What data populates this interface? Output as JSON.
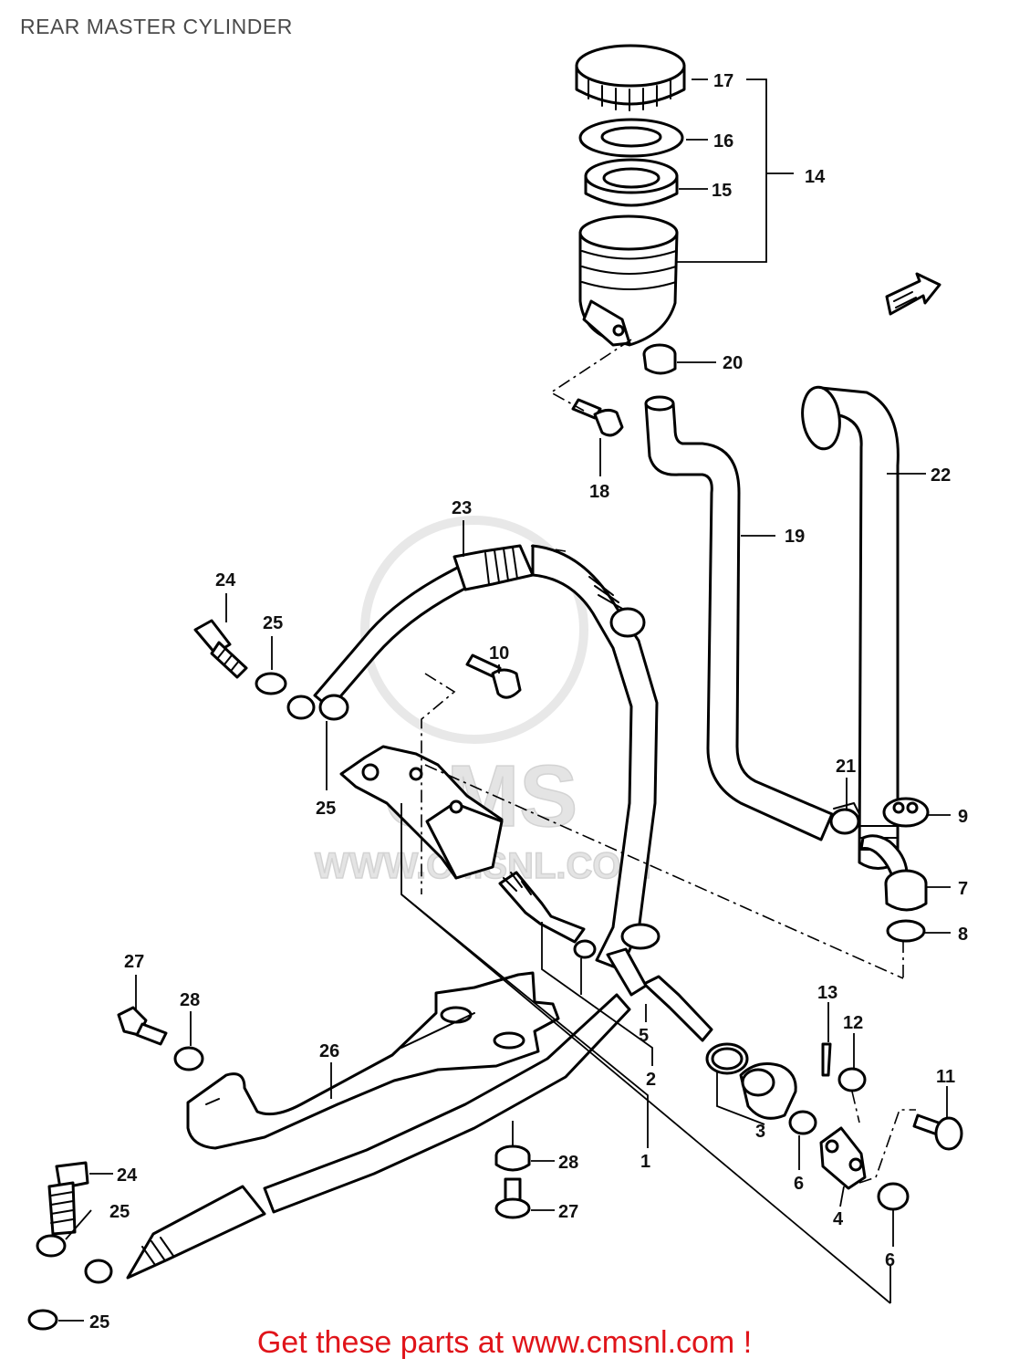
{
  "title": "REAR MASTER CYLINDER",
  "footer": "Get these parts at www.cmsnl.com !",
  "watermark": {
    "brand": "CMS",
    "site": "WWW.CMSNL.COM",
    "color": "#dddddd"
  },
  "colors": {
    "line_art": "#000000",
    "title": "#4a4a4a",
    "footer": "#e0141a"
  },
  "icons": {
    "front_arrow": "arrow-fr-icon"
  },
  "callouts": {
    "c1": "1",
    "c2": "2",
    "c3": "3",
    "c4": "4",
    "c5": "5",
    "c6a": "6",
    "c6b": "6",
    "c7": "7",
    "c8": "8",
    "c9": "9",
    "c10": "10",
    "c11": "11",
    "c12": "12",
    "c13": "13",
    "c14": "14",
    "c15": "15",
    "c16": "16",
    "c17": "17",
    "c18": "18",
    "c19": "19",
    "c20": "20",
    "c21": "21",
    "c22": "22",
    "c23": "23",
    "c24a": "24",
    "c24b": "24",
    "c25a": "25",
    "c25b": "25",
    "c25c": "25",
    "c25d": "25",
    "c26": "26",
    "c27a": "27",
    "c27b": "27",
    "c28a": "28",
    "c28b": "28"
  }
}
